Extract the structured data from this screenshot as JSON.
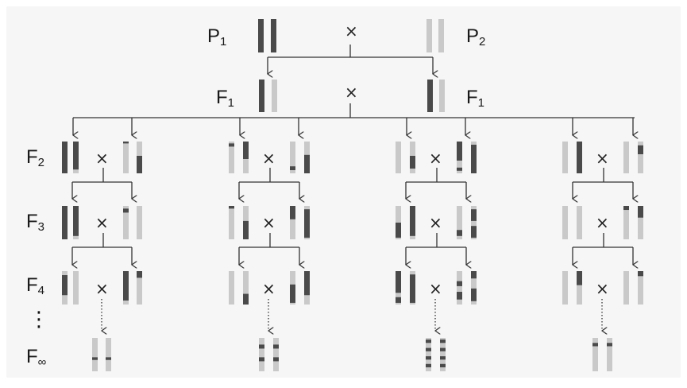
{
  "labels": {
    "p1": "P",
    "p1_sub": "1",
    "p2": "P",
    "p2_sub": "2",
    "f1_left": "F",
    "f1_left_sub": "1",
    "f1_right": "F",
    "f1_right_sub": "1",
    "f2": "F",
    "f2_sub": "2",
    "f3": "F",
    "f3_sub": "3",
    "f4": "F",
    "f4_sub": "4",
    "finf": "F",
    "finf_sub": "∞"
  },
  "cross_symbol": "×",
  "ellipsis_symbol": "⋮",
  "colors": {
    "background": "#f6f6f6",
    "dark_segment": "#4a4a4a",
    "light_segment": "#c9c9c9",
    "lines": "#333333"
  }
}
